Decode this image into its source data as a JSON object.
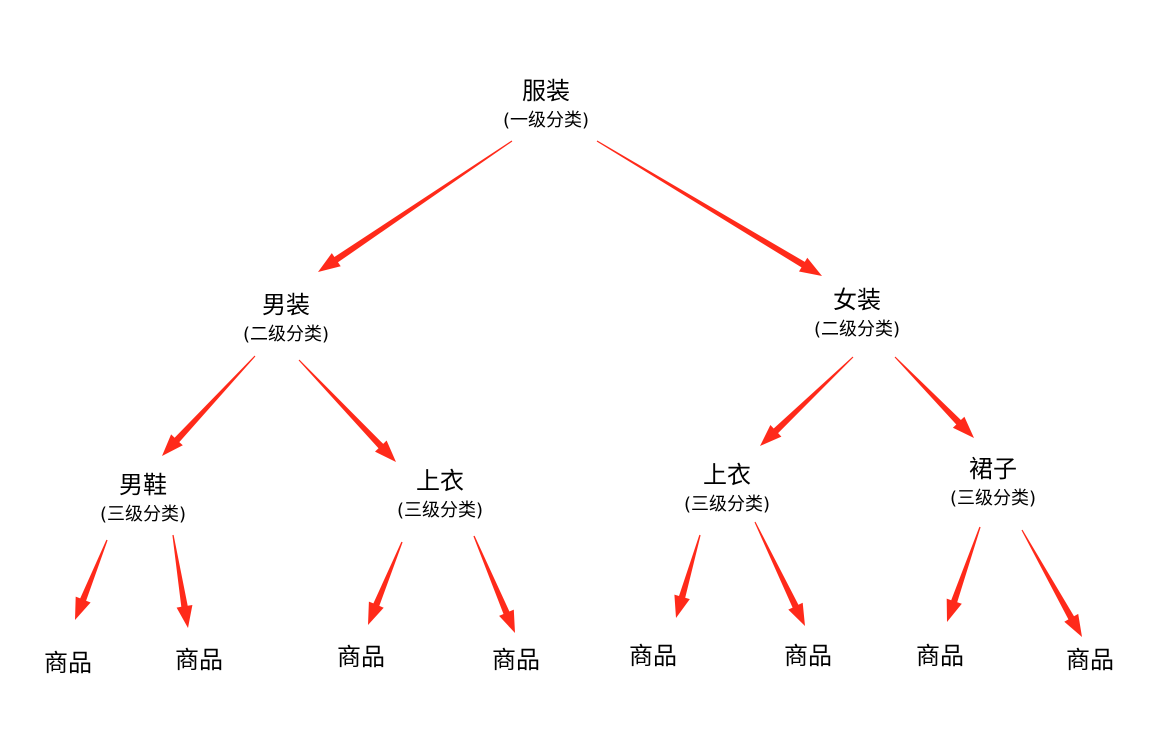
{
  "arrow_color": "#ff2a1a",
  "root": {
    "title": "服装",
    "level": "(一级分类)"
  },
  "level2": [
    {
      "title": "男装",
      "level": "(二级分类)"
    },
    {
      "title": "女装",
      "level": "(二级分类)"
    }
  ],
  "level3": [
    {
      "title": "男鞋",
      "level": "(三级分类)"
    },
    {
      "title": "上衣",
      "level": "(三级分类)"
    },
    {
      "title": "上衣",
      "level": "(三级分类)"
    },
    {
      "title": "裙子",
      "level": "(三级分类)"
    }
  ],
  "leaves": [
    "商品",
    "商品",
    "商品",
    "商品",
    "商品",
    "商品",
    "商品",
    "商品"
  ]
}
